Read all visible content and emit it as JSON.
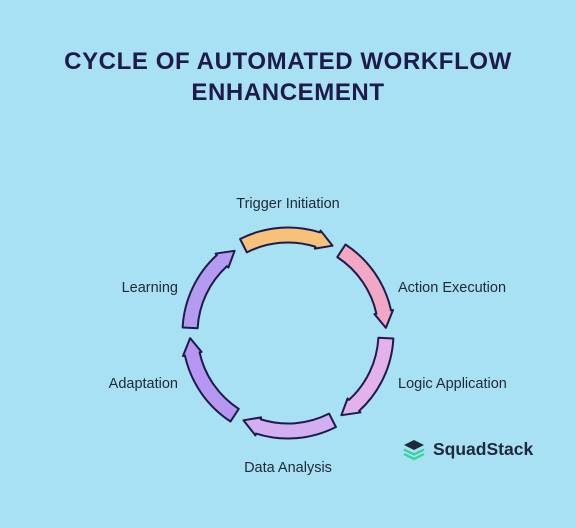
{
  "title": {
    "line1": "CYCLE OF AUTOMATED WORKFLOW",
    "line2": "ENHANCEMENT"
  },
  "steps": [
    {
      "label": "Trigger Initiation",
      "color": "#f6c27a"
    },
    {
      "label": "Action Execution",
      "color": "#f2a8c4"
    },
    {
      "label": "Logic Application",
      "color": "#e3b2ea"
    },
    {
      "label": "Data Analysis",
      "color": "#d3aef0"
    },
    {
      "label": "Adaptation",
      "color": "#b696f0"
    },
    {
      "label": "Learning",
      "color": "#b49af0"
    }
  ],
  "outline_color": "#1e1b4b",
  "brand": {
    "name": "SquadStack",
    "icon": "squadstack-logo-icon"
  }
}
